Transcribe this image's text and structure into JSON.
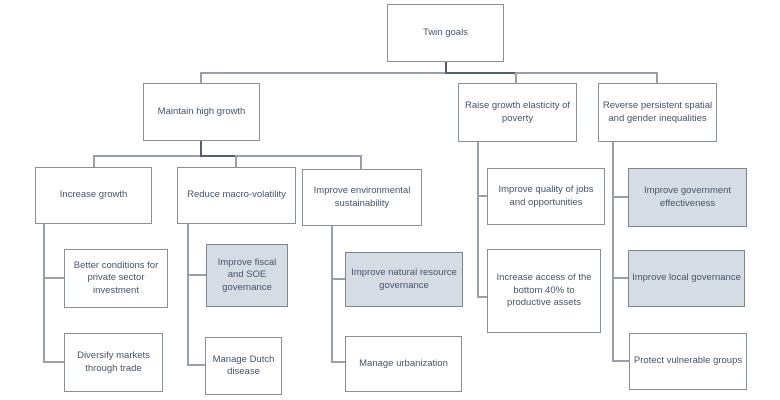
{
  "diagram": {
    "type": "hierarchy-org-chart",
    "colors": {
      "background": "#ffffff",
      "box_fill": "#ffffff",
      "shaded_box_fill": "#d6dce4",
      "box_border": "#8a8f98",
      "text": "#44546a",
      "connector": "#9aa0ab"
    },
    "nodes": {
      "twin_goals": {
        "label": "Twin goals",
        "shaded": false
      },
      "maintain_high_growth": {
        "label": "Maintain high growth",
        "shaded": false
      },
      "raise_growth_elasticity": {
        "label": "Raise growth elasticity of poverty",
        "shaded": false
      },
      "reverse_inequalities": {
        "label": "Reverse persistent spatial and gender inequalities",
        "shaded": false
      },
      "increase_growth": {
        "label": "Increase growth",
        "shaded": false
      },
      "reduce_macro_volatility": {
        "label": "Reduce macro-volatility",
        "shaded": false
      },
      "improve_env_sustainability": {
        "label": "Improve environmental sustainability",
        "shaded": false
      },
      "better_conditions": {
        "label": "Better conditions for private sector investment",
        "shaded": false
      },
      "diversify_markets": {
        "label": "Diversify markets through trade",
        "shaded": false
      },
      "improve_fiscal_soe": {
        "label": "Improve fiscal and SOE governance",
        "shaded": true
      },
      "manage_dutch_disease": {
        "label": "Manage Dutch disease",
        "shaded": false
      },
      "improve_natural_resource": {
        "label": "Improve natural resource governance",
        "shaded": true
      },
      "manage_urbanization": {
        "label": "Manage urbanization",
        "shaded": false
      },
      "improve_quality_jobs": {
        "label": "Improve quality of jobs and opportunities",
        "shaded": false
      },
      "increase_access_bottom40": {
        "label": "Increase access of the bottom 40% to productive assets",
        "shaded": false
      },
      "improve_gov_effectiveness": {
        "label": "Improve government effectiveness",
        "shaded": true
      },
      "improve_local_governance": {
        "label": "Improve local governance",
        "shaded": true
      },
      "protect_vulnerable_groups": {
        "label": "Protect vulnerable groups",
        "shaded": false
      }
    },
    "hierarchy": {
      "Twin goals": {
        "Maintain high growth": {
          "Increase growth": [
            "Better conditions for private sector investment",
            "Diversify markets through trade"
          ],
          "Reduce macro-volatility": [
            "Improve fiscal and SOE governance",
            "Manage Dutch disease"
          ],
          "Improve environmental sustainability": [
            "Improve natural resource governance",
            "Manage urbanization"
          ]
        },
        "Raise growth elasticity of poverty": [
          "Improve quality of jobs and opportunities",
          "Increase access of the bottom 40% to productive assets"
        ],
        "Reverse persistent spatial and gender inequalities": [
          "Improve government effectiveness",
          "Improve local governance",
          "Protect vulnerable groups"
        ]
      }
    }
  }
}
